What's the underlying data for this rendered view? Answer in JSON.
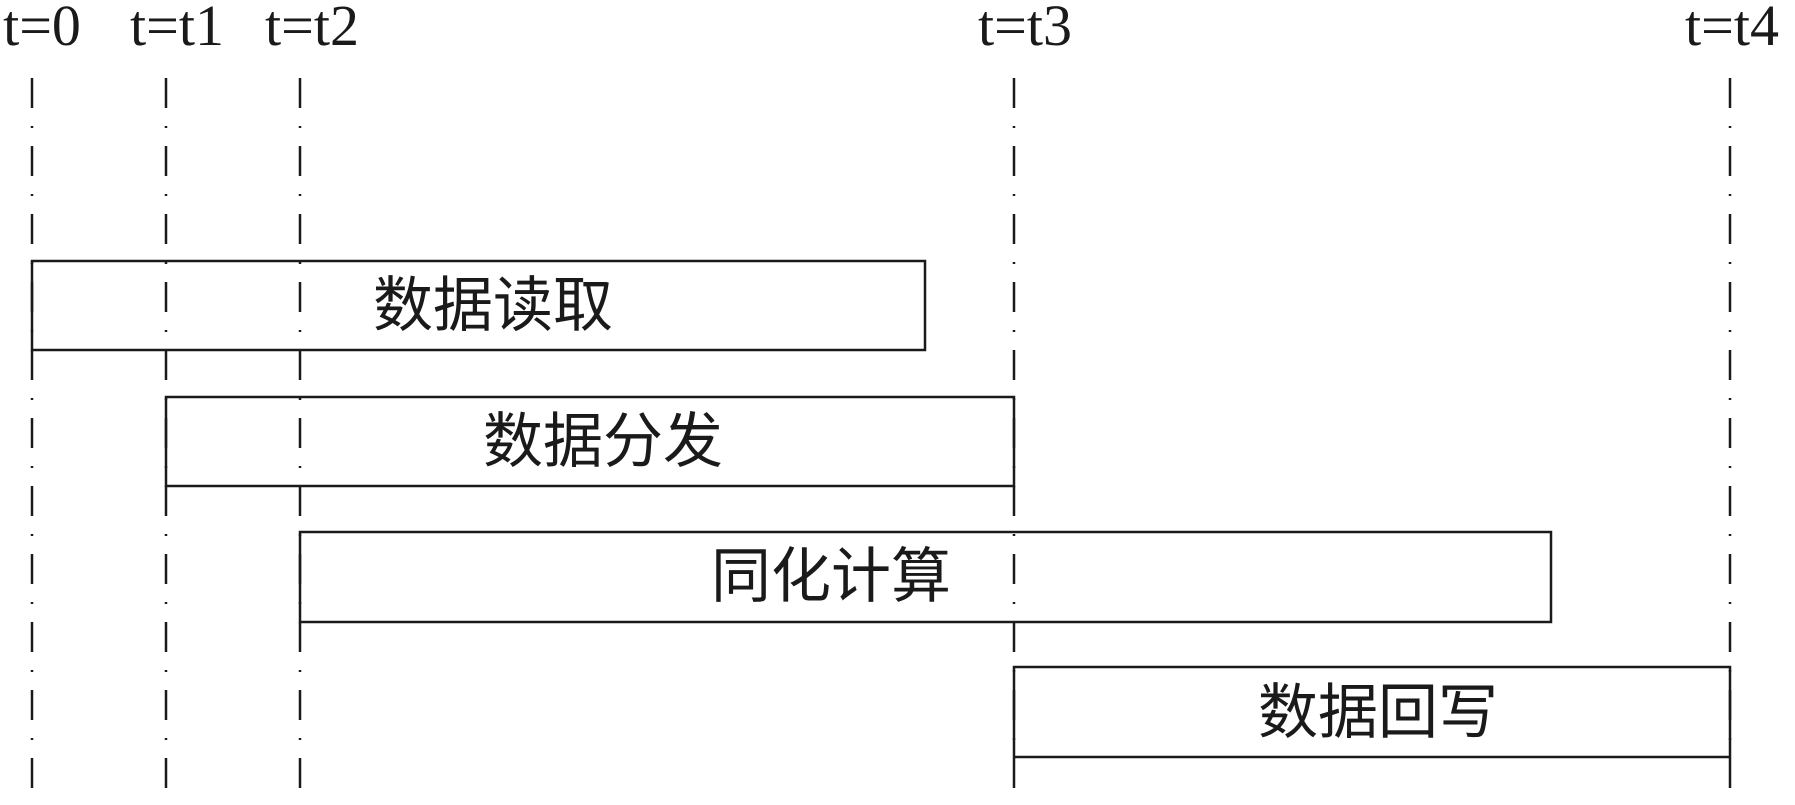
{
  "time_markers": [
    {
      "id": "t0",
      "label": "t=0"
    },
    {
      "id": "t1",
      "label": "t=t1"
    },
    {
      "id": "t2",
      "label": "t=t2"
    },
    {
      "id": "t3",
      "label": "t=t3"
    },
    {
      "id": "t4",
      "label": "t=t4"
    }
  ],
  "phases": [
    {
      "id": "read",
      "label": "数据读取",
      "start": "t0"
    },
    {
      "id": "distribute",
      "label": "数据分发",
      "start": "t1",
      "end": "t3"
    },
    {
      "id": "assimilate",
      "label": "同化计算",
      "start": "t2"
    },
    {
      "id": "writeback",
      "label": "数据回写",
      "start": "t3",
      "end": "t4"
    }
  ]
}
